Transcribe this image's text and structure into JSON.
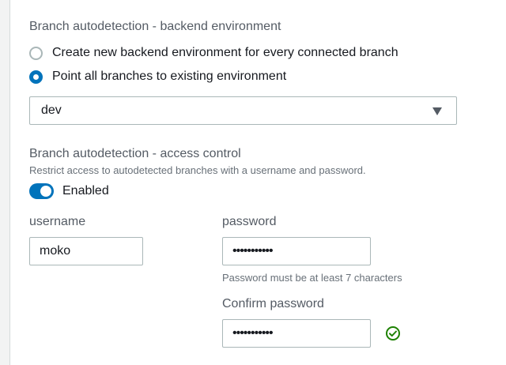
{
  "backend": {
    "title": "Branch autodetection - backend environment",
    "options": [
      {
        "label": "Create new backend environment for every connected branch",
        "checked": false
      },
      {
        "label": "Point all branches to existing environment",
        "checked": true
      }
    ],
    "environment_select": {
      "value": "dev",
      "icon": "chevron-down-icon"
    }
  },
  "access_control": {
    "title": "Branch autodetection - access control",
    "description": "Restrict access to autodetected branches with a username and password.",
    "toggle": {
      "label": "Enabled",
      "on": true
    },
    "username": {
      "label": "username",
      "value": "moko"
    },
    "password": {
      "label": "password",
      "value": "•••••••••••",
      "hint": "Password must be at least 7 characters"
    },
    "confirm_password": {
      "label": "Confirm password",
      "value": "•••••••••••",
      "status_icon": "check-circle-icon"
    }
  },
  "colors": {
    "accent": "#0073bb",
    "success": "#1d8102",
    "border": "#aab7b8",
    "secondary_text": "#545b64"
  }
}
